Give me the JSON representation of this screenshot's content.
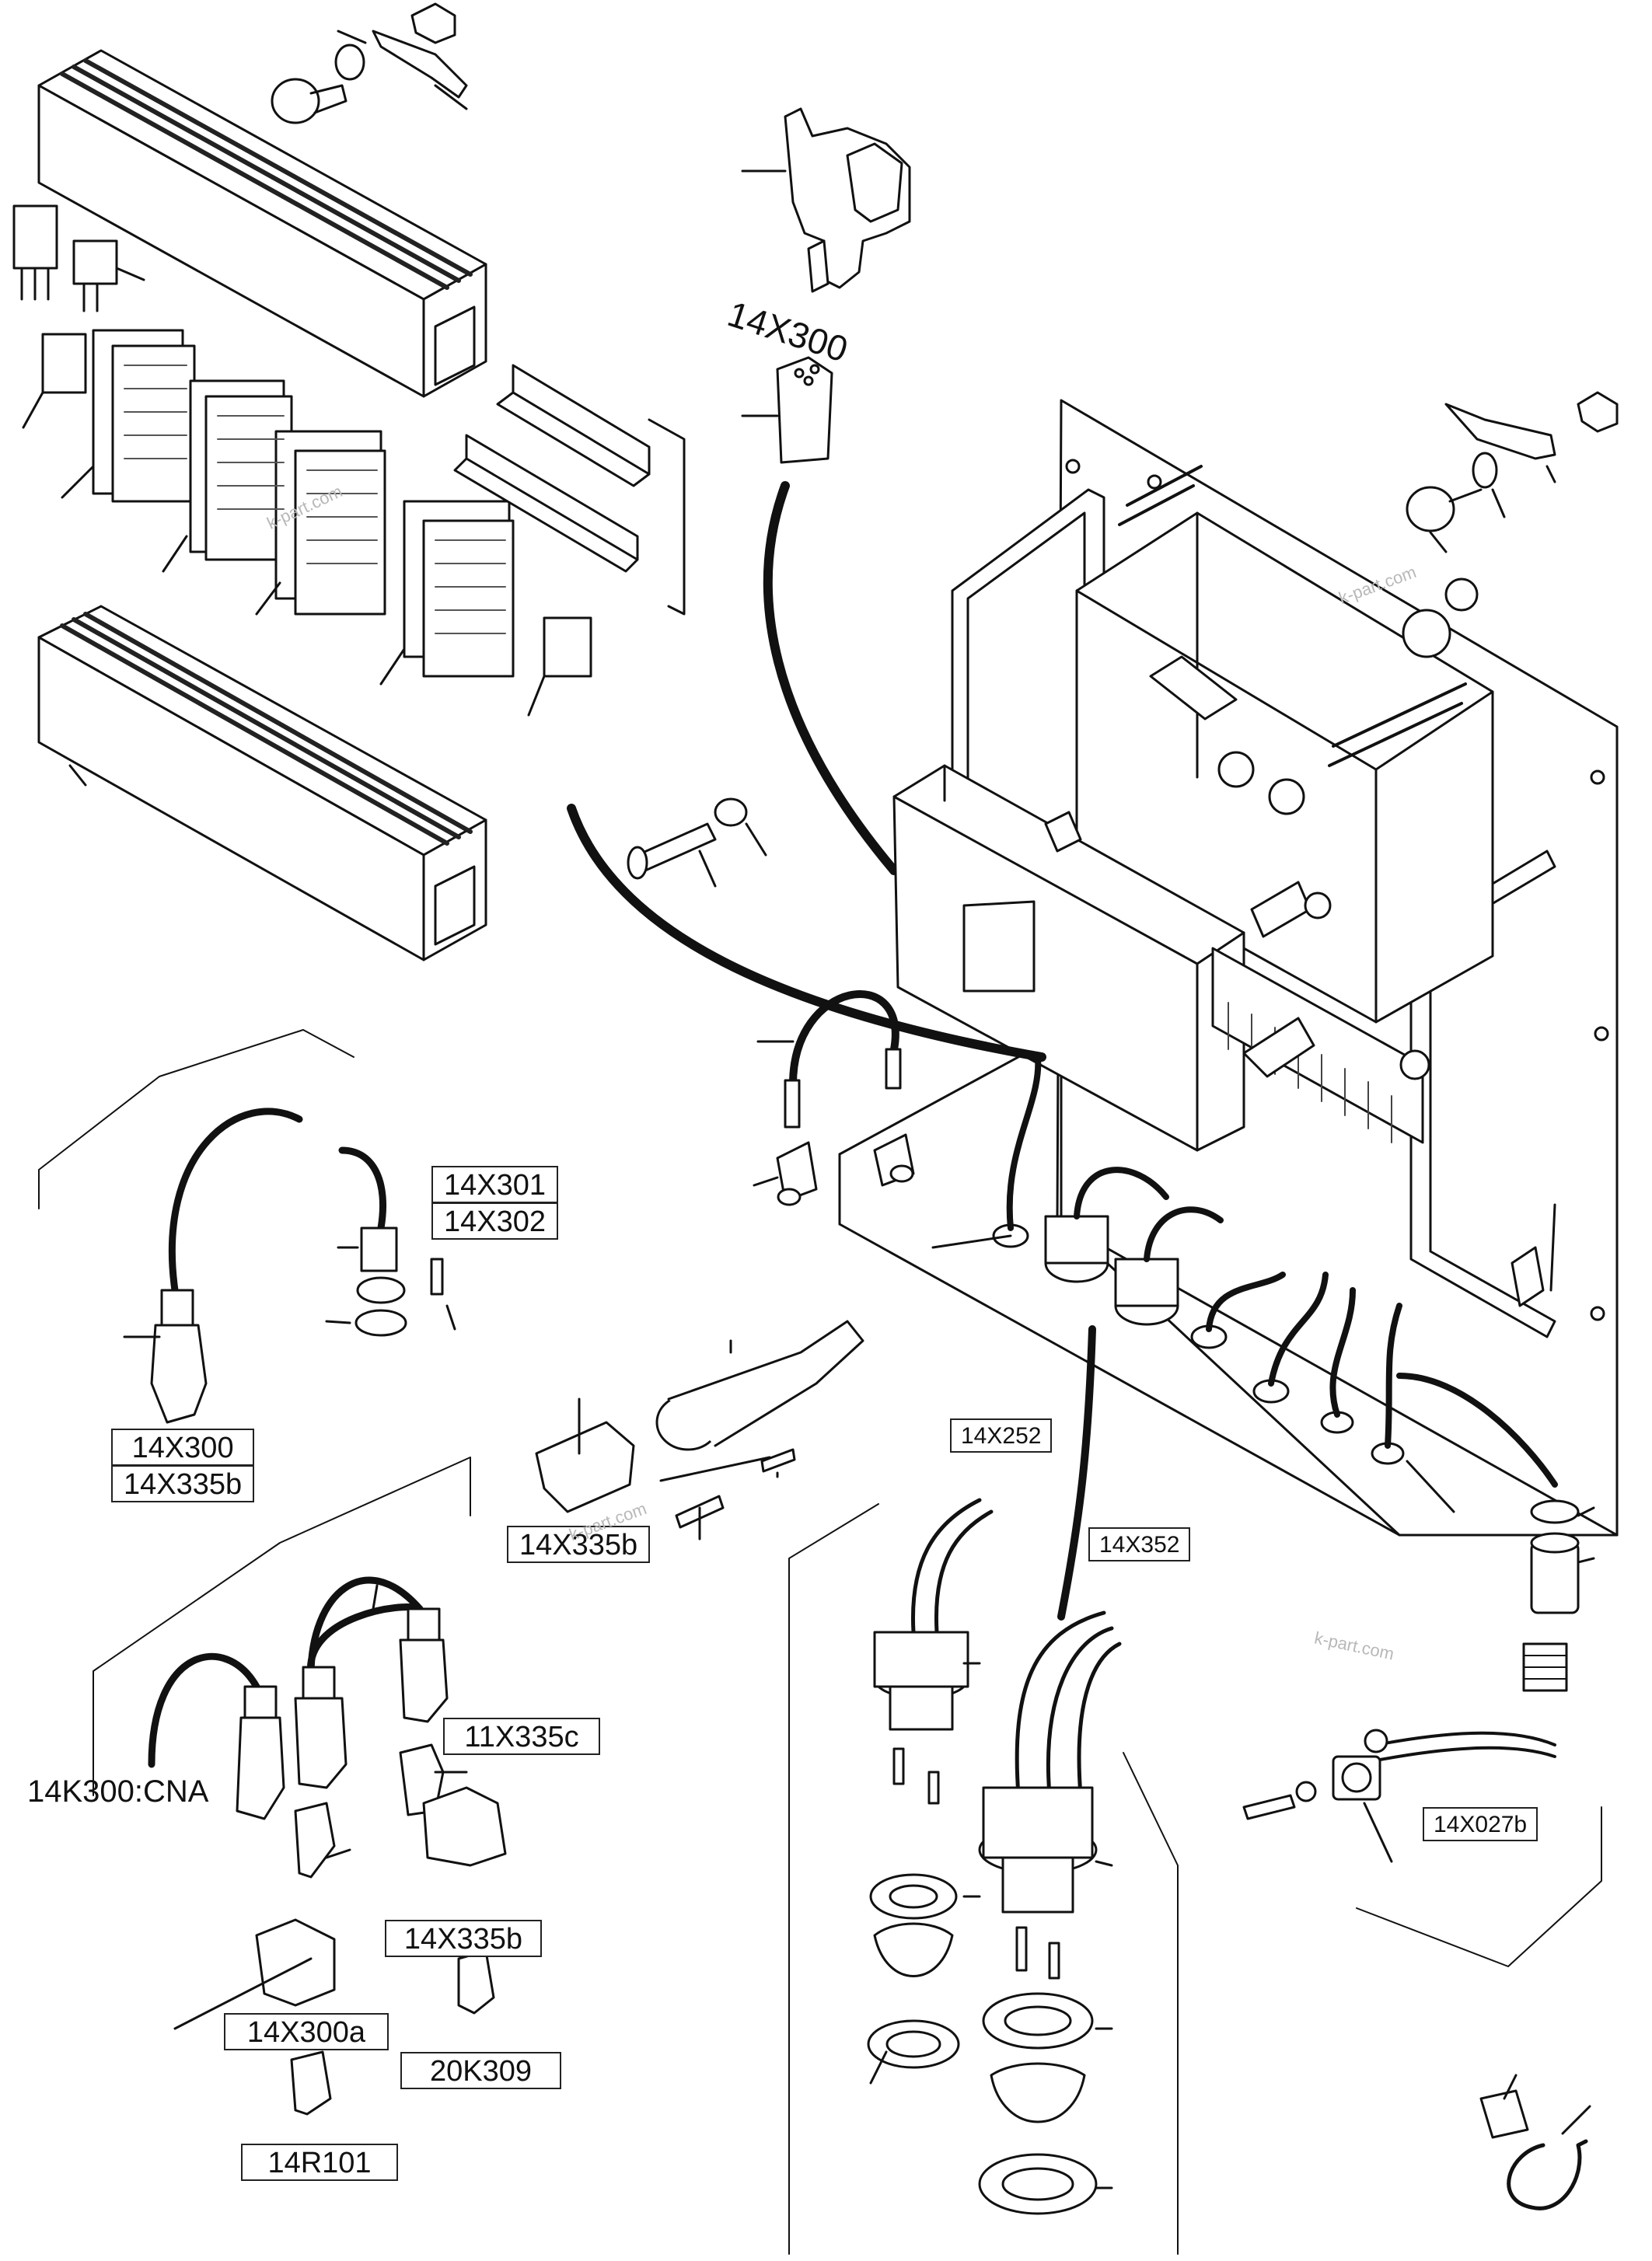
{
  "labels": {
    "l_14x300_top": "14X300",
    "l_14x301": "14X301",
    "l_14x302": "14X302",
    "l_14x300_left": "14X300",
    "l_14x335b_left": "14X335b",
    "l_14x335b_mid": "14X335b",
    "l_14x252": "14X252",
    "l_14x352": "14X352",
    "l_14k300": "14K300:CNA",
    "l_11x335c": "11X335c",
    "l_14x335b_low": "14X335b",
    "l_14x300a": "14X300a",
    "l_20k309": "20K309",
    "l_14r101": "14R101",
    "l_14x027b": "14X027b"
  },
  "watermarks": {
    "w1": "k-part.com",
    "w2": "k-part.com",
    "w3": "k-part.com",
    "w4": "k-part.com"
  },
  "colors": {
    "ink": "#111111",
    "paper": "#ffffff",
    "watermark": "#b8b8b8"
  }
}
